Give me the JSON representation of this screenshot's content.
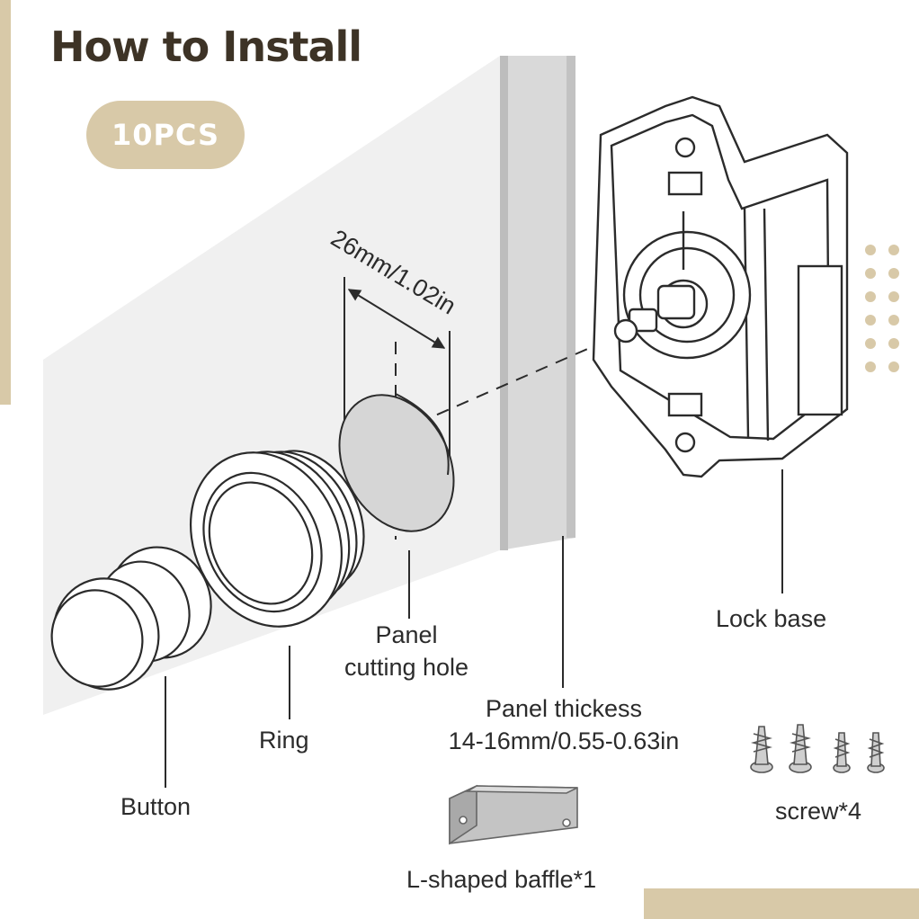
{
  "title": "How to Install",
  "badge": "10PCS",
  "labels": {
    "dimension": "26mm/1.02in",
    "lock_base": "Lock base",
    "panel_hole_line1": "Panel",
    "panel_hole_line2": "cutting hole",
    "panel_thickness_line1": "Panel thickess",
    "panel_thickness_line2": "14-16mm/0.55-0.63in",
    "ring": "Ring",
    "button": "Button",
    "screw": "screw*4",
    "baffle": "L-shaped baffle*1"
  },
  "icons": {
    "parts": [
      "button-icon",
      "ring-icon",
      "panel-hole-icon",
      "panel-icon",
      "lock-base-icon",
      "screw-icon",
      "l-baffle-icon"
    ],
    "decoration": "dot-grid-icon"
  },
  "colors": {
    "title": "#3d3326",
    "accent": "#d8c9a8",
    "background_panel": "#f0f0f0",
    "panel_edge": "#cfcfcf",
    "line": "#2b2b2b"
  }
}
